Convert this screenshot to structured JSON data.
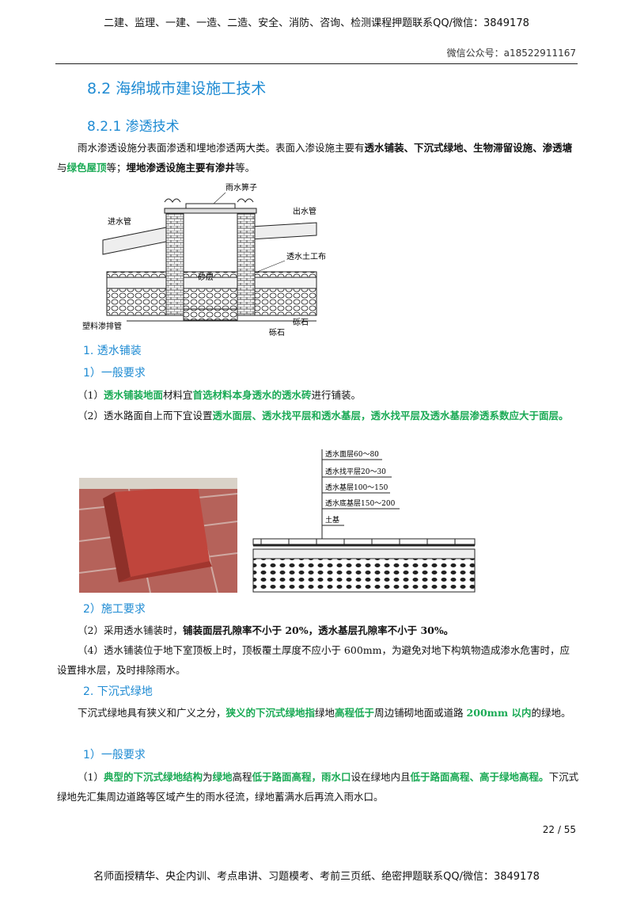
{
  "header": {
    "top_line": "二建、监理、一建、一造、二造、安全、消防、咨询、检测课程押题联系QQ/微信：3849178",
    "wechat": "微信公众号：a18522911167"
  },
  "section_title": "8.2 海绵城市建设施工技术",
  "subsection_title": "8.2.1 渗透技术",
  "intro": {
    "p1": "雨水渗透设施分表面渗透和埋地渗透两大类。表面入渗设施主要有",
    "p1_g1": "透水铺装",
    "p1_s1": "、",
    "p1_g2": "下沉式绿地",
    "p1_s2": "、",
    "p1_g3": "生物滞留设施",
    "p1_s3": "、",
    "p1_g4": "渗透塘",
    "p1_s4": "与",
    "p1_g5": "绿色屋顶",
    "p1_s5": "等；",
    "p1_g6": "埋地渗透设施主要有渗井",
    "p1_s6": "等。"
  },
  "diagram1": {
    "labels": {
      "grate": "雨水箅子",
      "inlet": "进水管",
      "outlet": "出水管",
      "geotextile": "透水土工布",
      "sand": "砂层",
      "drain": "塑料渗排管",
      "gravel1": "砾石",
      "gravel2": "砾石"
    }
  },
  "s1": {
    "title": "1. 透水铺装",
    "req_title": "1）一般要求",
    "r1_a": "（1）",
    "r1_g": "透水铺装地面",
    "r1_b": "材料宜",
    "r1_g2": "首选材料本身透水的透水砖",
    "r1_c": "进行铺装。",
    "r2_a": "（2）透水路面自上而下宜设置",
    "r2_g": "透水面层、透水找平层和透水基层，透水找平层及透水基层渗透系数应大于面层。"
  },
  "diagram2": {
    "labels": {
      "l1": "透水面层60～80",
      "l2": "透水找平层20～30",
      "l3": "透水基层100～150",
      "l4": "透水底基层150～200",
      "l5": "土基"
    }
  },
  "s1b": {
    "title": "2）施工要求",
    "c2_a": "（2）采用透水铺装时，",
    "c2_b": "铺装面层孔隙率不小于 20%，透水基层孔隙率不小于 30%。",
    "c4": "（4）透水铺装位于地下室顶板上时，顶板覆土厚度不应小于 600mm，为避免对地下构筑物造成渗水危害时，应设置排水层，及时排除雨水。"
  },
  "s2": {
    "title": "2. 下沉式绿地",
    "p_a": "下沉式绿地具有狭义和广义之分，",
    "p_g1": "狭义的下沉式绿地指",
    "p_b": "绿地",
    "p_g2": "高程低于",
    "p_c": "周边铺砌地面或道路 ",
    "p_g3": "200mm 以内",
    "p_d": "的绿地。",
    "req_title": "1）一般要求",
    "r1_a": "（1）",
    "r1_g1": "典型的下沉式绿地结构",
    "r1_b": "为",
    "r1_g2": "绿地",
    "r1_c": "高程",
    "r1_g3": "低于路面高程，雨水口",
    "r1_d": "设在绿地内且",
    "r1_g4": "低于路面高程、高于绿地高程。",
    "r1_e": "下沉式绿地先汇集周边道路等区域产生的雨水径流，绿地蓄满水后再流入雨水口。"
  },
  "page_num": "22 / 55",
  "footer": "名师面授精华、央企内训、考点串讲、习题模考、考前三页纸、绝密押题联系QQ/微信：3849178",
  "colors": {
    "heading": "#1f8bd3",
    "highlight": "#1aaa55"
  }
}
